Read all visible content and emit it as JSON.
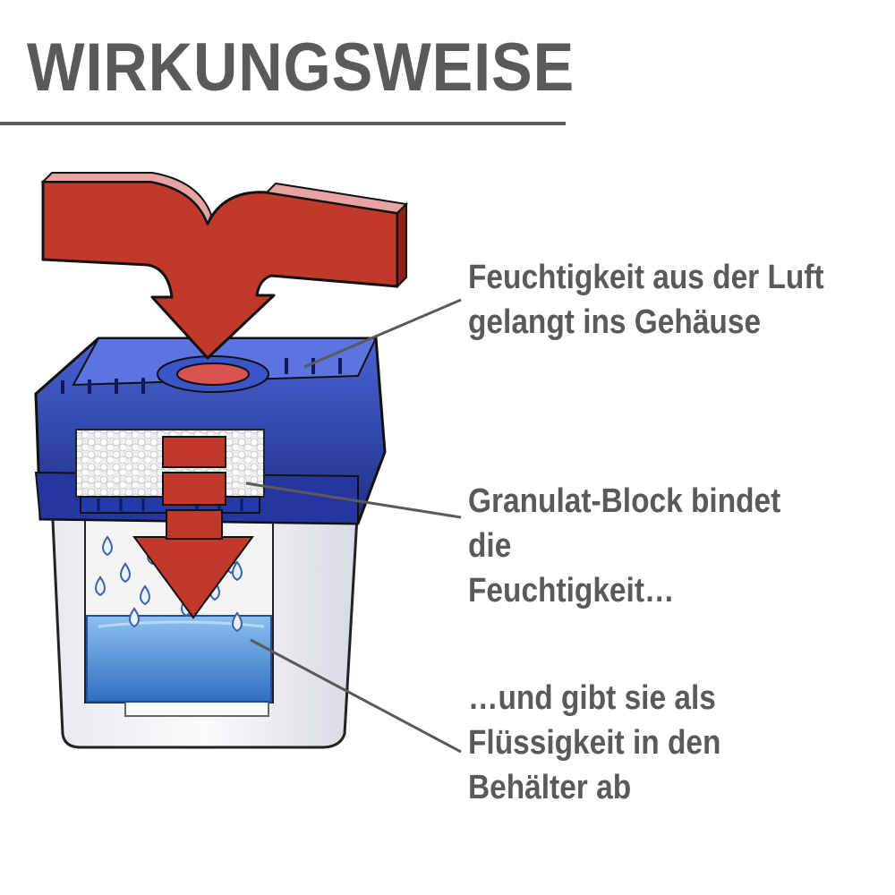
{
  "title": "WIRKUNGSWEISE",
  "callouts": [
    {
      "text": "Feuchtigkeit aus der Luft\ngelangt ins Gehäuse"
    },
    {
      "text": "Granulat-Block bindet die\nFeuchtigkeit…"
    },
    {
      "text": "…und gibt sie als\nFlüssigkeit in den\nBehälter ab"
    }
  ],
  "colors": {
    "text": "#5a5a5a",
    "arrow": "#c0392b",
    "lid_blue": "#2a41a8",
    "water_blue": "#4f8fd6",
    "granulate": "#f2f2f2"
  }
}
